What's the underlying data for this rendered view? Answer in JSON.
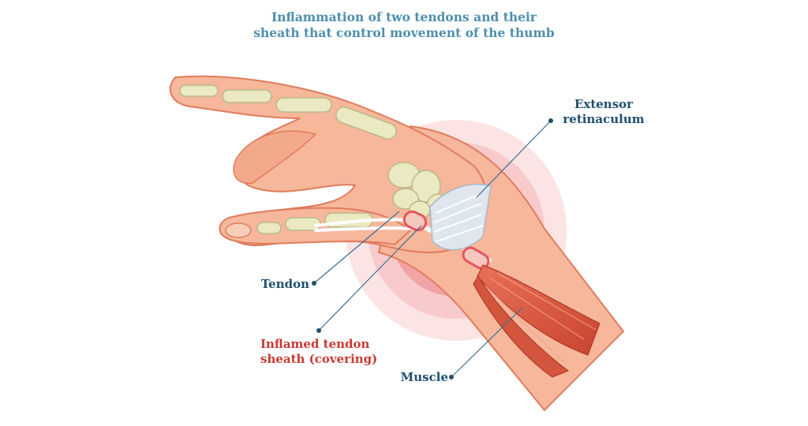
{
  "title": {
    "line1": "Inflammation of two tendons and their",
    "line2": "sheath that control movement of the thumb"
  },
  "labels": {
    "extensor_line1": "Extensor",
    "extensor_line2": "retinaculum",
    "tendon": "Tendon",
    "inflamed_line1": "Inflamed tendon",
    "inflamed_line2": "sheath (covering)",
    "muscle": "Muscle"
  },
  "colors": {
    "title": "#4f8fae",
    "label": "#1f4f6e",
    "highlight_label": "#c83a33",
    "skin": "#f6b79b",
    "skin_outline": "#e07c5c",
    "bone": "#ebe9c2",
    "inflammation": "#e8545e"
  }
}
